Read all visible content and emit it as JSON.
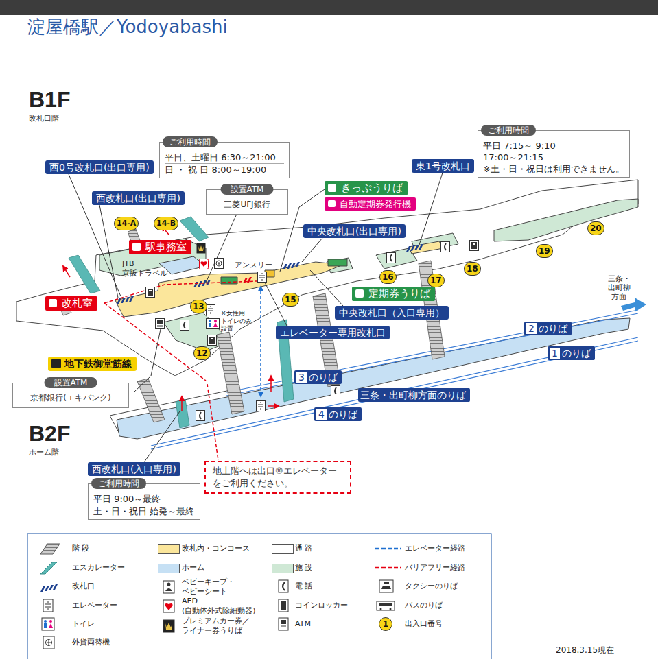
{
  "diagram": {
    "title": "淀屋橋駅／Yodoyabashi",
    "nodes": [
      {
        "text": [
          "西0号改札口(出口専用)"
        ]
      },
      {
        "text": [
          "ご利用時間",
          "平日、土曜日 6:30～21:00",
          "日 ・ 祝 日 8:00～19:00"
        ]
      },
      {
        "text": [
          "東1号改札口"
        ]
      },
      {
        "text": [
          "ご利用時間",
          "平日 7:15～ 9:10",
          "17:00～21:15",
          "※土・日・祝日は利用できません。"
        ]
      },
      {
        "text": [
          "西改札口(出口専用)"
        ]
      },
      {
        "text": [
          "設置ATM",
          "三菱UFJ銀行"
        ]
      },
      {
        "text": [
          "きっぷうりば"
        ]
      },
      {
        "text": [
          "自動定期券発行機"
        ]
      },
      {
        "text": [
          "中央改札口(出口専用)"
        ]
      },
      {
        "text": [
          "駅事務室"
        ]
      },
      {
        "text": [
          "改札室"
        ]
      },
      {
        "text": [
          "定期券うりば"
        ]
      },
      {
        "text": [
          "中央改札口（入口専用）"
        ]
      },
      {
        "text": [
          "エレベーター専用改札口"
        ]
      },
      {
        "text": [
          "地下鉄御堂筋線"
        ]
      },
      {
        "text": [
          "設置ATM",
          "京都銀行(エキバンク)"
        ]
      },
      {
        "text": [
          "3のりば"
        ]
      },
      {
        "text": [
          "2のりば"
        ]
      },
      {
        "text": [
          "1のりば"
        ]
      },
      {
        "text": [
          "三条・出町柳方面のりば"
        ]
      },
      {
        "text": [
          "4のりば"
        ]
      },
      {
        "text": [
          "西改札口(入口専用)"
        ]
      },
      {
        "text": [
          "ご利用時間",
          "平日 9:00～最終",
          "土・日・祝日 始発～最終"
        ]
      },
      {
        "text": [
          "地上階へは出口⑩エレベーター をご利用ください。"
        ]
      }
    ],
    "labels": [
      "B1F",
      "改札口階",
      "14-A",
      "14-B",
      "JTB 京阪トラベル",
      "アンスリー",
      "13",
      "※女性用 トイレのみ 設置",
      "12",
      "15",
      "16",
      "17",
      "18",
      "19",
      "20",
      "三条・ 出町柳 方面",
      "B2F",
      "ホーム階",
      "1",
      "2018.3.15現在"
    ],
    "legend": [
      {
        "text": "階 段"
      },
      {
        "text": "エスカレーター"
      },
      {
        "text": "改札口"
      },
      {
        "text": "エレベーター"
      },
      {
        "text": "トイレ"
      },
      {
        "text": "外貨両替機"
      },
      {
        "text": "改札内・コンコース",
        "color": "#fbe69b"
      },
      {
        "text": "ホーム",
        "color": "#c6e0f4"
      },
      {
        "text": "ベビーキープ・ ベビーシート"
      },
      {
        "text": "AED (自動体外式除細動器)"
      },
      {
        "text": "プレミアムカー券／ ライナー券うりば"
      },
      {
        "text": "通 路",
        "color": "#ffffff"
      },
      {
        "text": "施 設",
        "color": "#cfe8d5"
      },
      {
        "text": "電 話"
      },
      {
        "text": "コインロッカー"
      },
      {
        "text": "ATM"
      },
      {
        "text": "エレベーター経路"
      },
      {
        "text": "バリアフリー経路"
      },
      {
        "text": "タクシーのりば"
      },
      {
        "text": "バスのりば"
      },
      {
        "text": "出入口番号"
      }
    ]
  }
}
